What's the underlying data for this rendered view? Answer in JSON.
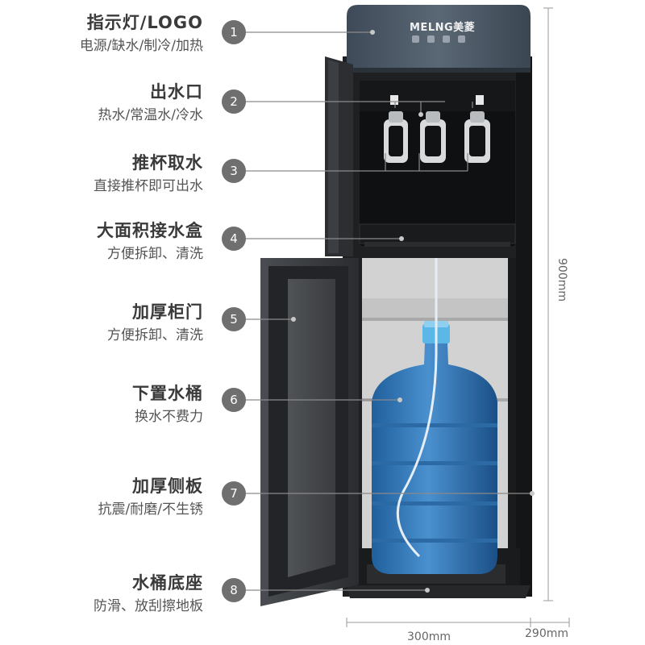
{
  "product": {
    "brand": "MELNG美菱",
    "dimensions": {
      "height": "900mm",
      "width": "300mm",
      "depth": "290mm"
    }
  },
  "features": [
    {
      "number": "1",
      "title": "指示灯/LOGO",
      "subtitle": "电源/缺水/制冷/加热"
    },
    {
      "number": "2",
      "title": "出水口",
      "subtitle": "热水/常温水/冷水"
    },
    {
      "number": "3",
      "title": "推杯取水",
      "subtitle": "直接推杯即可出水"
    },
    {
      "number": "4",
      "title": "大面积接水盒",
      "subtitle": "方便拆卸、清洗"
    },
    {
      "number": "5",
      "title": "加厚柜门",
      "subtitle": "方便拆卸、清洗"
    },
    {
      "number": "6",
      "title": "下置水桶",
      "subtitle": "换水不费力"
    },
    {
      "number": "7",
      "title": "加厚侧板",
      "subtitle": "抗震/耐磨/不生锈"
    },
    {
      "number": "8",
      "title": "水桶底座",
      "subtitle": "防滑、放刮擦地板"
    }
  ]
}
